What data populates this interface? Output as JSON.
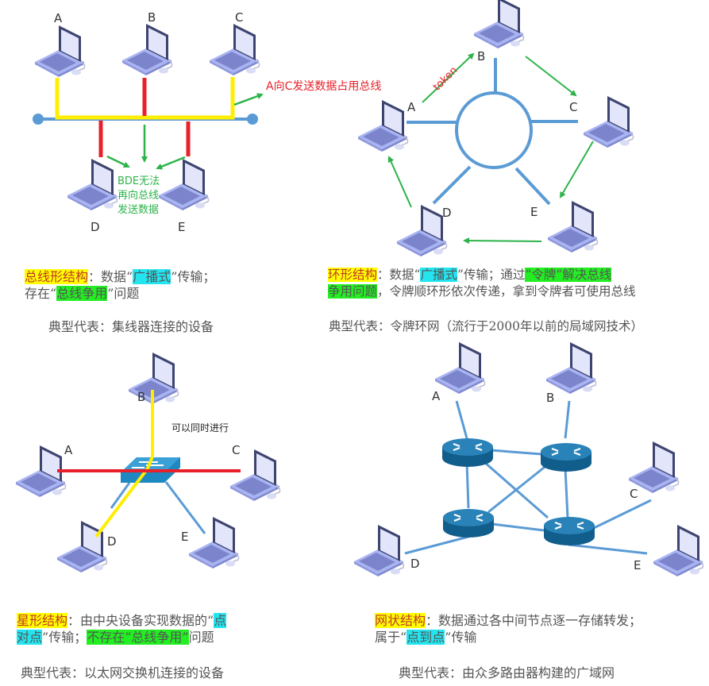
{
  "colors": {
    "bus_line": "#5b9bd5",
    "yellow": "#ffee00",
    "red": "#e8202a",
    "green_arrow": "#2db34a",
    "router": "#1b6a9a",
    "highlight_yellow": "#ffff00",
    "highlight_cyan": "#22e5f0",
    "highlight_green": "#22ee22"
  },
  "bus": {
    "nodes": [
      "A",
      "B",
      "C",
      "D",
      "E"
    ],
    "annotation_occupy": "A向C发送数据占用总线",
    "annotation_blocked": [
      "BDE无法",
      "再向总线",
      "发送数据"
    ],
    "caption": {
      "title": "总线形结构",
      "p1": "：数据“",
      "h1": "广播式",
      "p2": "”传输；",
      "p3": "存在“",
      "h2": "总线争用",
      "p4": "”问题"
    },
    "representative": "典型代表：集线器连接的设备"
  },
  "ring": {
    "nodes": [
      "A",
      "B",
      "C",
      "D",
      "E"
    ],
    "token_label": "token",
    "caption": {
      "title": "环形结构",
      "p1": "：数据“",
      "h1": "广播式",
      "p2": "”传输；通过",
      "h2": "“令牌”解决总线",
      "h3": "争用问题",
      "p3": "，令牌顺环形依次传递，拿到令牌者可使用总线"
    },
    "representative": "典型代表：令牌环网（流行于2000年以前的局域网技术）"
  },
  "star": {
    "nodes": [
      "A",
      "B",
      "C",
      "D",
      "E"
    ],
    "annotation": "可以同时进行",
    "caption": {
      "title": "星形结构",
      "p1": "：由中央设备实现数据的“",
      "h1a": "点",
      "h1b": "对点",
      "p2": "”传输；",
      "h2": "不存在“总线争用”",
      "p3": "问题"
    },
    "representative": "典型代表：以太网交换机连接的设备"
  },
  "mesh": {
    "nodes": [
      "A",
      "B",
      "C",
      "D",
      "E"
    ],
    "caption": {
      "title": "网状结构",
      "p1": "：数据通过各中间节点逐一存储转发；",
      "p2": "属于“",
      "h1": "点到点",
      "p3": "”传输"
    },
    "representative": "典型代表：由众多路由器构建的广域网"
  }
}
